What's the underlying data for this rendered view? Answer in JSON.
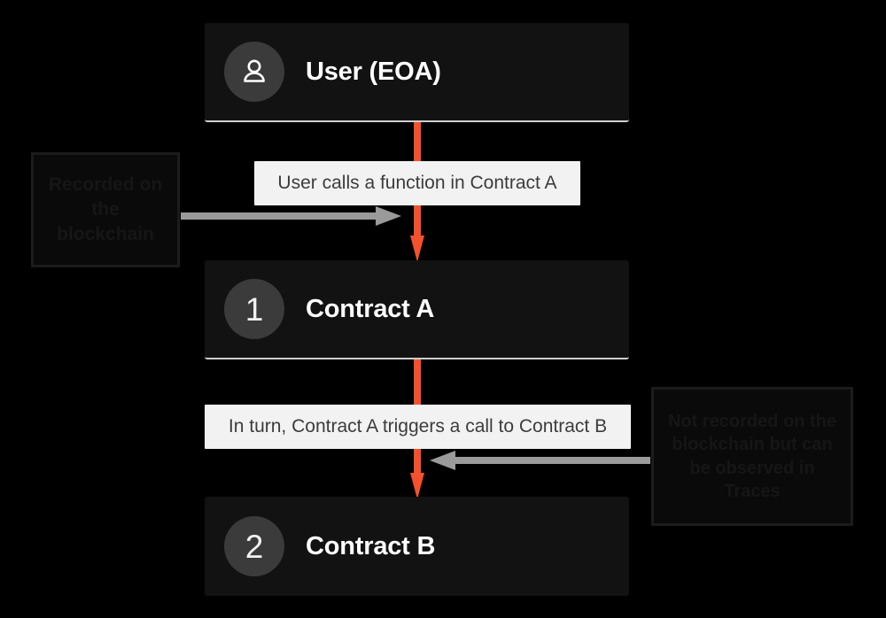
{
  "diagram": {
    "background_color": "#000000",
    "accent_color": "#f4512c",
    "node_color": "#121212",
    "callout_bg": "#f2f2f2",
    "nodes": [
      {
        "id": "user",
        "label": "User (EOA)",
        "icon": "user-avatar-icon",
        "badge": ""
      },
      {
        "id": "contract-a",
        "label": "Contract A",
        "icon": "",
        "badge": "1"
      },
      {
        "id": "contract-b",
        "label": "Contract B",
        "icon": "",
        "badge": "2"
      }
    ],
    "callouts": [
      {
        "id": "call-1",
        "text": "User calls a function in Contract A"
      },
      {
        "id": "call-2",
        "text": "In turn, Contract A triggers a call to Contract B"
      }
    ],
    "annotations": [
      {
        "id": "annot-left",
        "text": "Recorded on the blockchain",
        "points_to": "contract-a-connector",
        "arrow_direction": "right"
      },
      {
        "id": "annot-right",
        "text": "Not recorded on the blockchain but can be observed in Traces",
        "points_to": "contract-b-connector",
        "arrow_direction": "left"
      }
    ]
  }
}
